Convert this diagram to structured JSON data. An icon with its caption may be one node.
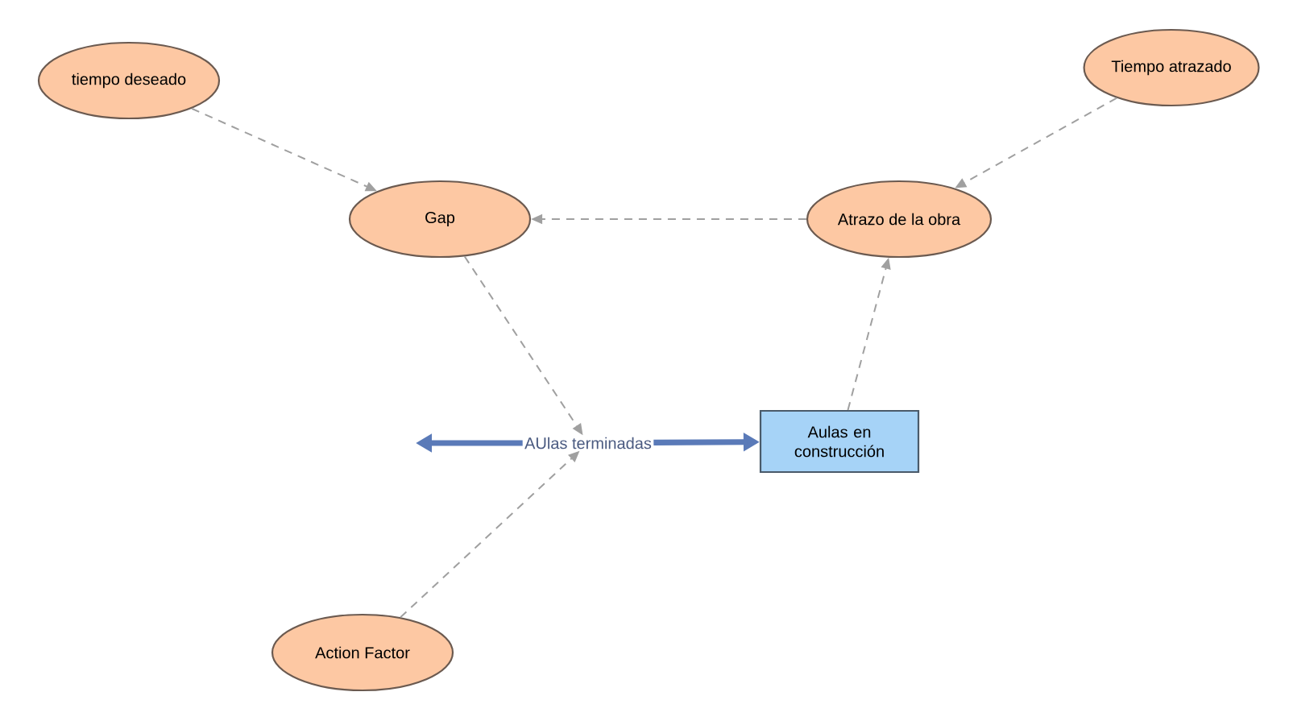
{
  "diagram": {
    "nodes": [
      {
        "text": [
          "tiempo deseado"
        ]
      },
      {
        "text": [
          "Tiempo atrazado"
        ]
      },
      {
        "text": [
          "Gap"
        ]
      },
      {
        "text": [
          "Atrazo de la obra"
        ]
      },
      {
        "text": [
          "AUlas terminadas"
        ]
      },
      {
        "text": [
          "Aulas en construcción"
        ]
      },
      {
        "text": [
          "Action Factor"
        ]
      }
    ],
    "edges": [
      {
        "from": 0,
        "to": 2,
        "arrow": "to",
        "style": "dashed"
      },
      {
        "from": 1,
        "to": 3,
        "arrow": "to",
        "style": "dashed"
      },
      {
        "from": 3,
        "to": 2,
        "arrow": "to",
        "style": "dashed"
      },
      {
        "from": 5,
        "to": 3,
        "arrow": "to",
        "style": "dashed"
      },
      {
        "from": 2,
        "to": 4,
        "arrow": "to",
        "style": "dashed"
      },
      {
        "from": 6,
        "to": 4,
        "arrow": "to",
        "style": "dashed"
      },
      {
        "from": 4,
        "to": null,
        "arrow": "to",
        "style": "thick",
        "color": "#5a7ab8"
      },
      {
        "from": 4,
        "to": 5,
        "arrow": "to",
        "style": "thick",
        "color": "#5a7ab8"
      }
    ]
  }
}
